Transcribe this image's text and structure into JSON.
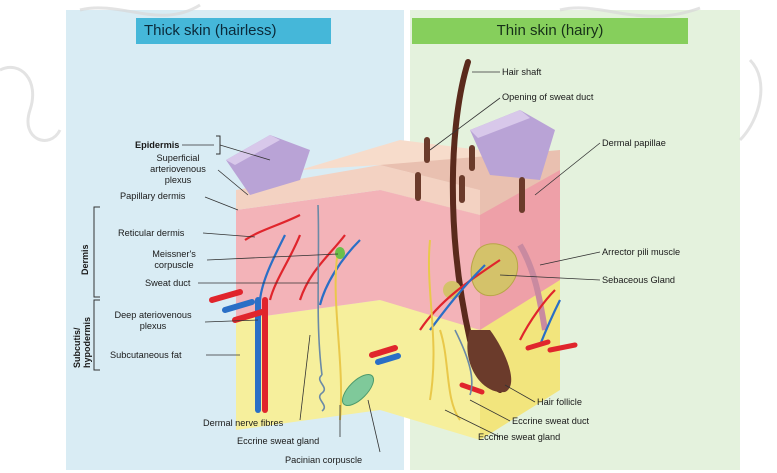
{
  "panels": {
    "left_title": "Thick skin (hairless)",
    "right_title": "Thin skin (hairy)"
  },
  "left_labels": {
    "epidermis": "Epidermis",
    "superficial_plexus": [
      "Superficial",
      "arteriovenous",
      "plexus"
    ],
    "papillary_dermis": "Papillary dermis",
    "reticular_dermis": "Reticular dermis",
    "meissners": [
      "Meissner's",
      "corpuscle"
    ],
    "sweat_duct": "Sweat duct",
    "deep_plexus": [
      "Deep ateriovenous",
      "plexus"
    ],
    "subcutaneous_fat": "Subcutaneous fat"
  },
  "side_labels": {
    "dermis": "Dermis",
    "subcutis": [
      "Subcutis/",
      "hypodermis"
    ]
  },
  "bottom_labels": {
    "dermal_nerve": "Dermal nerve fibres",
    "eccrine_gland_left": "Eccrine sweat gland",
    "pacinian": "Pacinian corpuscle"
  },
  "right_labels": {
    "hair_shaft": "Hair shaft",
    "opening_sweat_duct": "Opening of sweat duct",
    "dermal_papillae": "Dermal papillae",
    "arrector": "Arrector pili muscle",
    "sebaceous": "Sebaceous Gland",
    "hair_follicle": "Hair follicle",
    "eccrine_duct": "Eccrine sweat duct",
    "eccrine_gland_right": "Eccrine sweat gland"
  },
  "colors": {
    "left_bg": "#d9ecf4",
    "right_bg": "#e4f2dd",
    "left_title_bg": "#45b7d9",
    "right_title_bg": "#86cf5c",
    "epidermis": "#b9a3d6",
    "dermis": "#f3b3b8",
    "fat": "#f6ef9c",
    "artery": "#e0252c",
    "vein": "#2a6fc6"
  }
}
